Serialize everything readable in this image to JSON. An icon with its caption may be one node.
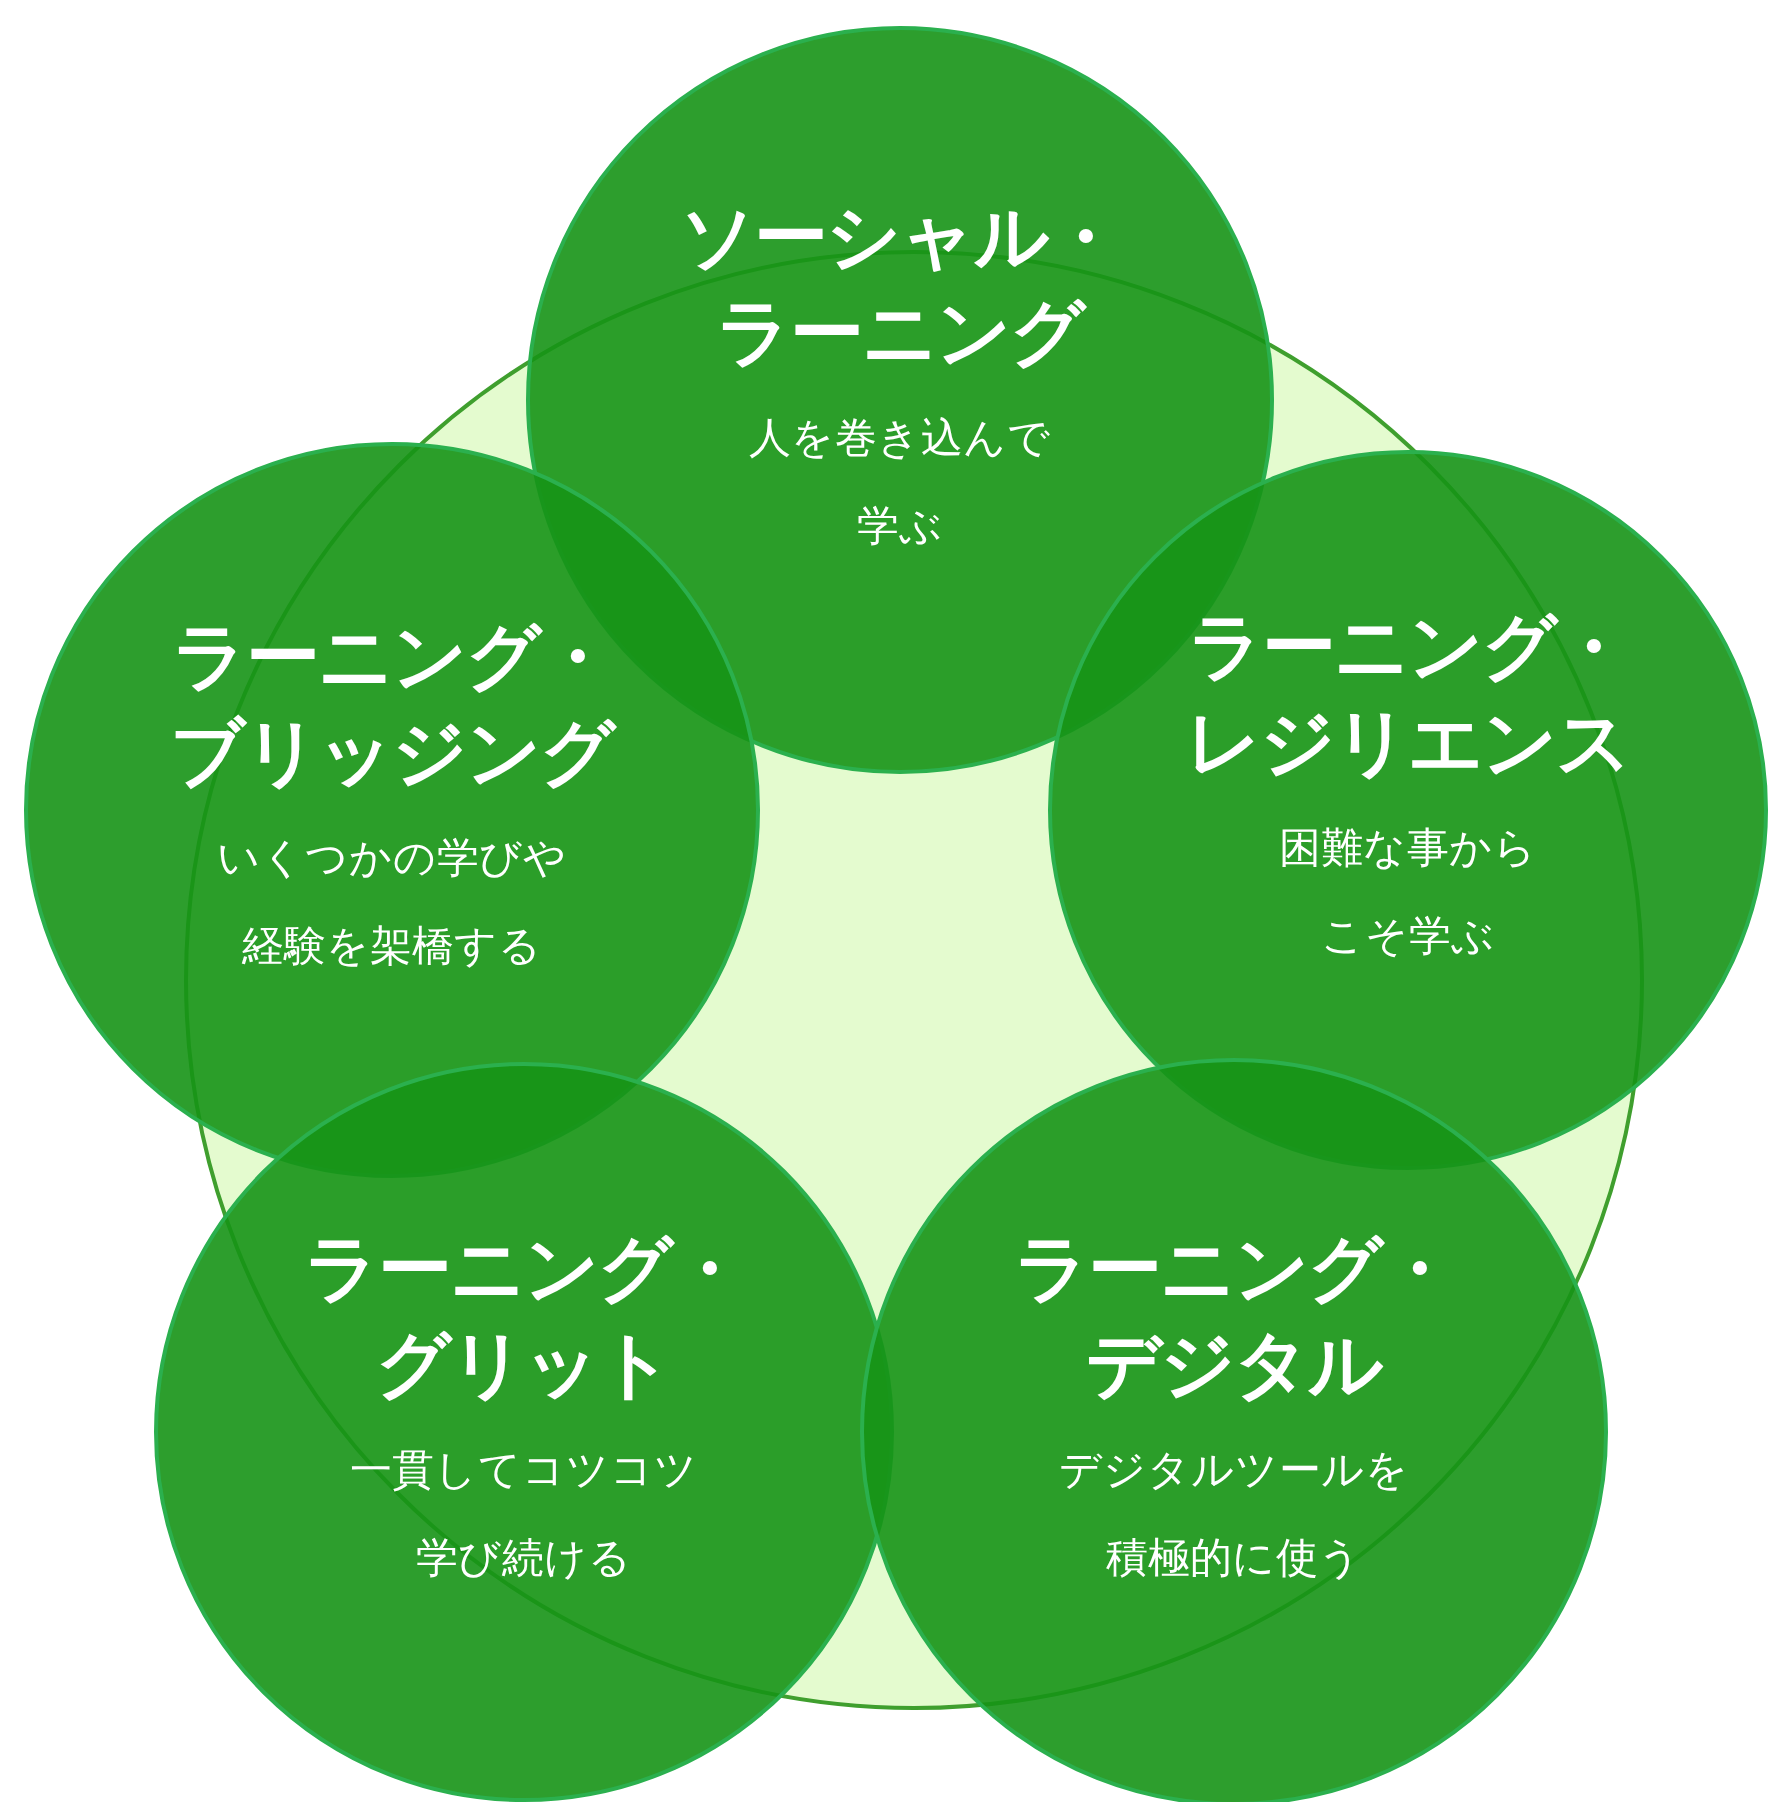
{
  "diagram": {
    "nodes": [
      {
        "text": [],
        "shape": "circle"
      },
      {
        "text": [
          "ソーシャル・ラーニング",
          "人を巻き込んで学ぶ"
        ]
      },
      {
        "text": [
          "ラーニング・ブリッジング",
          "いくつかの学びや経験を架橋する"
        ]
      },
      {
        "text": [
          "ラーニング・レジリエンス",
          "困難な事からこそ学ぶ"
        ]
      },
      {
        "text": [
          "ラーニング・グリット",
          "一貫してコツコツ学び続ける"
        ]
      },
      {
        "text": [
          "ラーニング・デジタル",
          "デジタルツールを積極的に使う"
        ]
      }
    ]
  }
}
